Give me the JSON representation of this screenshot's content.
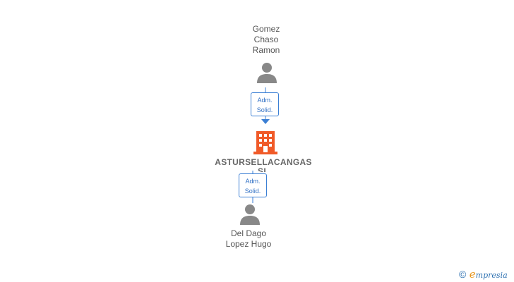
{
  "nodes": {
    "top_person": {
      "name_lines": [
        "Gomez",
        "Chaso",
        "Ramon"
      ],
      "icon": "person-icon"
    },
    "company": {
      "name": "ASTURSELLACANGAS SL",
      "icon": "building-icon"
    },
    "bottom_person": {
      "name_lines": [
        "Del Dago",
        "Lopez Hugo"
      ],
      "icon": "person-icon"
    }
  },
  "edges": {
    "top": {
      "role_lines": [
        "Adm.",
        "Solid."
      ]
    },
    "bottom": {
      "role_lines": [
        "Adm.",
        "Solid."
      ]
    }
  },
  "watermark": {
    "copyright_symbol": "©",
    "brand_first_letter": "e",
    "brand_rest": "mpresia"
  },
  "colors": {
    "person_icon": "#888888",
    "company_icon": "#f05a28",
    "edge": "#3b7fd4"
  }
}
